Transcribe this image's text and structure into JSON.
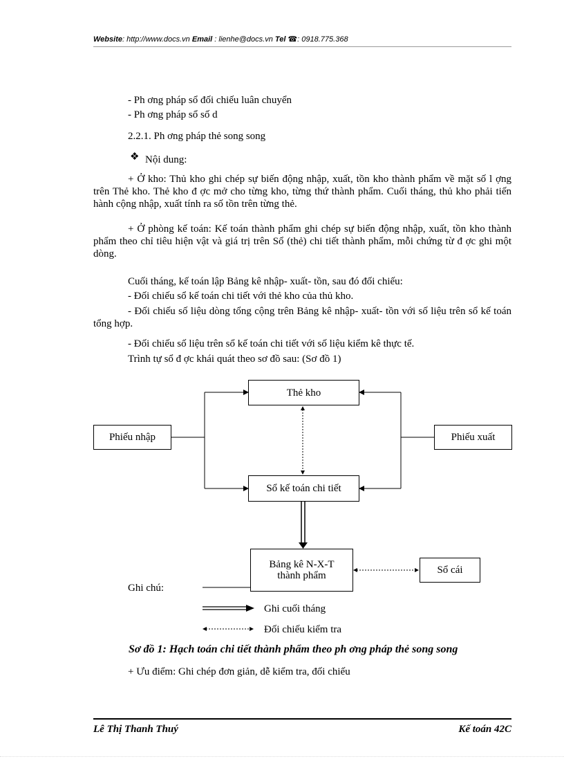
{
  "header": {
    "website_label": "Website",
    "website_value": ": http://www.docs.vn ",
    "email_label": "Email",
    "email_value": " : lienhe@docs.vn ",
    "tel_label": "Tel",
    "tel_symbol": "☎",
    "tel_value": ": 0918.775.368"
  },
  "body": {
    "list_1": "- Ph  ơng pháp sổ đối chiếu luân chuyển",
    "list_2": "- Ph  ơng pháp sổ số d",
    "section_heading": "2.2.1. Ph  ơng pháp thẻ song song",
    "bullet_symbol": "❖",
    "noi_dung": "Nội dung:",
    "para_kho": "+ Ở kho: Thủ kho ghi chép sự biến động nhập, xuất, tồn kho thành phẩm về mặt số l  ợng trên Thẻ kho. Thẻ kho đ  ợc mở cho từng kho, từng thứ thành phẩm. Cuối tháng, thủ kho phải tiến hành cộng nhập, xuất tính ra số tồn trên từng thẻ.",
    "para_ketoan": "+ Ở phòng kế toán: Kế toán thành phẩm ghi chép sự biến động nhập, xuất, tồn kho thành phẩm theo chỉ tiêu hiện vật và giá trị trên Sổ (thẻ) chi tiết thành phẩm, mỗi chứng từ đ  ợc ghi một dòng.",
    "cuoi_thang": "Cuối tháng, kế toán lập Bảng kê nhập- xuất- tồn, sau đó đối chiếu:",
    "doi_chieu_1": "- Đối chiếu sổ kế toán chi tiết với thẻ kho của thủ kho.",
    "doi_chieu_2": "- Đối chiếu số liệu dòng tổng cộng trên Bảng kê nhập- xuất- tồn với số liệu trên sổ kế toán tổng hợp.",
    "doi_chieu_3": "- Đối chiếu số liệu trên sổ kế toán chi tiết với số liệu kiểm kê thực tế.",
    "trinh_tu": "Trình tự sổ đ  ợc khái quát theo sơ đồ sau: (Sơ đồ 1)"
  },
  "diagram": {
    "the_kho": "Thẻ kho",
    "phieu_nhap": "Phiếu nhập",
    "phieu_xuat": "Phiếu xuất",
    "so_ke_toan_chi_tiet": "Sổ kế toán chi tiết",
    "bang_ke_line1": "Bảng kê N-X-T",
    "bang_ke_line2": "thành phẩm",
    "so_cai": "Sổ cái",
    "legend_title": "Ghi chú:",
    "legend_monthly": "Ghi cuối tháng",
    "legend_check": "Đối chiếu kiểm tra"
  },
  "caption": "Sơ đồ 1: Hạch toán chi tiết thành phẩm theo ph  ơng pháp thẻ song song",
  "uu_diem": "+ Ưu điểm: Ghi chép đơn giản, dễ kiểm tra, đối chiếu",
  "footer": {
    "author": "Lê Thị Thanh Thuý",
    "class_name": "Kế toán 42C"
  }
}
